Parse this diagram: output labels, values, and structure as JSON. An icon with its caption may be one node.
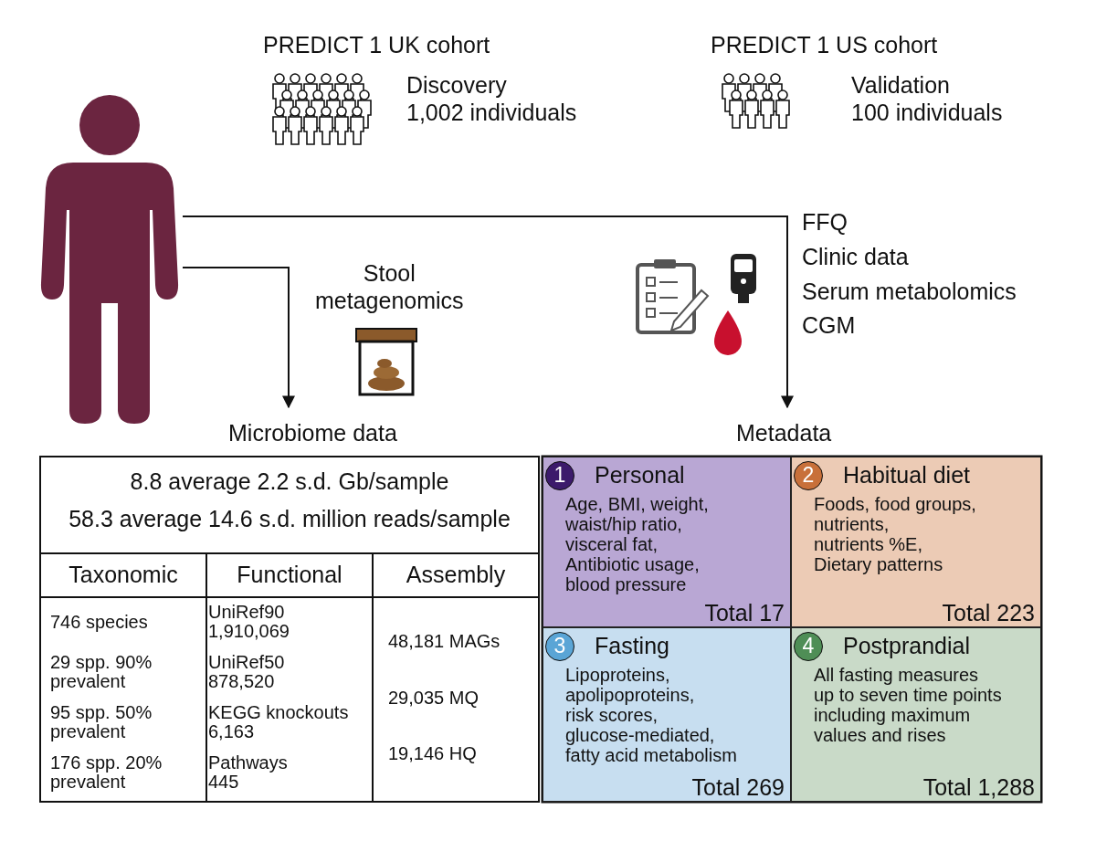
{
  "diagram": {
    "nodes": [
      {
        "text": [],
        "shape": "person"
      },
      {
        "text": [
          "Microbiome data"
        ]
      },
      {
        "text": [
          "Metadata"
        ]
      },
      {
        "text": [
          "Personal",
          "Age, BMI, weight, waist/hip ratio, visceral fat, Antibiotic usage, blood pressure",
          "Total 17"
        ]
      },
      {
        "text": [
          "1"
        ],
        "in": 3
      },
      {
        "text": [
          "Habitual diet",
          "Foods, food groups, nutrients, nutrients %E, Dietary patterns",
          "Total 223"
        ]
      },
      {
        "text": [
          "2"
        ],
        "in": 5
      },
      {
        "text": [
          "Fasting",
          "Lipoproteins, apolipoproteins, risk scores, glucose-mediated, fatty acid metabolism",
          "Total 269"
        ]
      },
      {
        "text": [
          "3"
        ],
        "in": 7
      },
      {
        "text": [
          "Postprandial",
          "All fasting measures up to seven time points including maximum values and rises",
          "Total 1,288"
        ]
      },
      {
        "text": [
          "4"
        ],
        "in": 9
      }
    ],
    "edges": [
      {
        "from": 0,
        "to": 1,
        "arrow": "to"
      },
      {
        "from": 0,
        "to": 2,
        "arrow": "to"
      }
    ],
    "labels": [
      "PREDICT 1 UK cohort",
      "Discovery 1,002 individuals",
      "PREDICT 1 US cohort",
      "Validation 100 individuals",
      "Stool metagenomics",
      "FFQ",
      "Clinic data",
      "Serum metabolomics",
      "CGM",
      "8.8 average 2.2 s.d. Gb/sample",
      "58.3 average 14.6 s.d. million reads/sample",
      "Taxonomic",
      "Functional",
      "Assembly",
      "746 species",
      "UniRef90 1,910,069",
      "48,181 MAGs",
      "29 spp. 90% prevalent",
      "UniRef50 878,520",
      "29,035 MQ",
      "95 spp. 50% prevalent",
      "KEGG knockouts 6,163",
      "19,146 HQ",
      "176 spp. 20% prevalent",
      "Pathways 445"
    ]
  }
}
